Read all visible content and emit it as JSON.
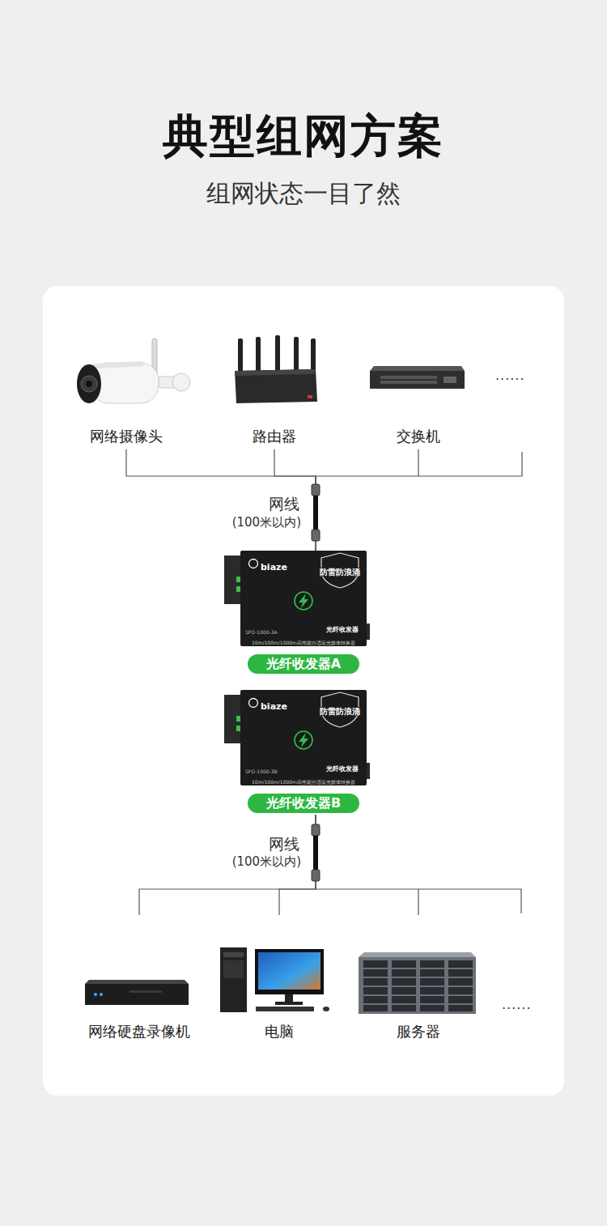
{
  "diagram": {
    "title": "典型组网方案",
    "nodes": [
      {
        "text": [
          "网络摄像头"
        ]
      },
      {
        "text": [
          "路由器"
        ]
      },
      {
        "text": [
          "交换机"
        ]
      },
      {
        "text": [
          "biaze",
          "防雷防浪涌",
          "SFO-1000-3A",
          "光纤收发器",
          "10m/100m/1000m高性能自适应光媒体转换器",
          "光纤收发器A"
        ]
      },
      {
        "text": [
          "biaze",
          "防雷防浪涌",
          "SFO-1000-3B",
          "光纤收发器",
          "10m/100m/1000m高性能自适应光媒体转换器",
          "光纤收发器B"
        ]
      },
      {
        "text": [
          "网络硬盘录像机"
        ]
      },
      {
        "text": [
          "电脑"
        ]
      },
      {
        "text": [
          "服务器"
        ]
      }
    ],
    "edges": [
      {
        "from": 0,
        "to": 3,
        "arrow": "none"
      },
      {
        "from": 1,
        "to": 3,
        "arrow": "none"
      },
      {
        "from": 2,
        "to": 3,
        "arrow": "none"
      },
      {
        "from": 4,
        "to": 5,
        "arrow": "none"
      },
      {
        "from": 4,
        "to": 6,
        "arrow": "none"
      },
      {
        "from": 4,
        "to": 7,
        "arrow": "none"
      }
    ],
    "labels": [
      "组网状态一目了然",
      "......",
      "网线",
      "(100米以内)",
      "网线",
      "(100米以内)",
      "......"
    ]
  }
}
